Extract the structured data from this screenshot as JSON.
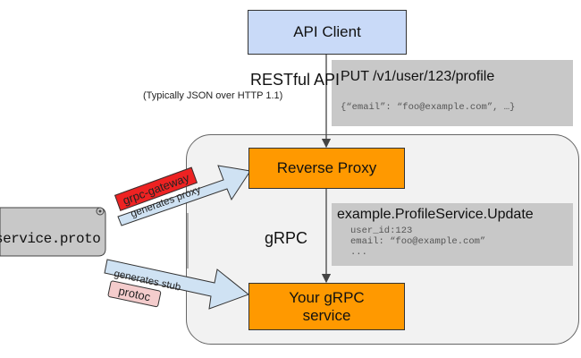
{
  "diagram": {
    "api_client": "API Client",
    "reverse_proxy": "Reverse Proxy",
    "grpc_service": [
      "Your gRPC",
      "service"
    ],
    "restful_api": "RESTful API",
    "restful_api_note": "(Typically JSON over HTTP 1.1)",
    "grpc_label": "gRPC",
    "proto_file": "service.proto",
    "rest_request": {
      "title": "PUT /v1/user/123/profile",
      "body": "{“email”: “foo@example.com”, …}"
    },
    "grpc_request": {
      "title": "example.ProfileService.Update",
      "lines": [
        "user_id:123",
        "email: “foo@example.com”",
        "..."
      ]
    },
    "arrows": {
      "grpc_gateway_tag": "grpc-gateway",
      "generates_proxy": "generates proxy",
      "generates_stub": "generates stub",
      "protoc_tag": "protoc"
    },
    "colors": {
      "api_client_fill": "#c9daf8",
      "orange": "#ff9900",
      "gray_panel": "#c8c8c8",
      "gateway_red": "#ee2222",
      "protoc_pink": "#f4cccc",
      "arrow_blue": "#cfe2f3"
    }
  }
}
